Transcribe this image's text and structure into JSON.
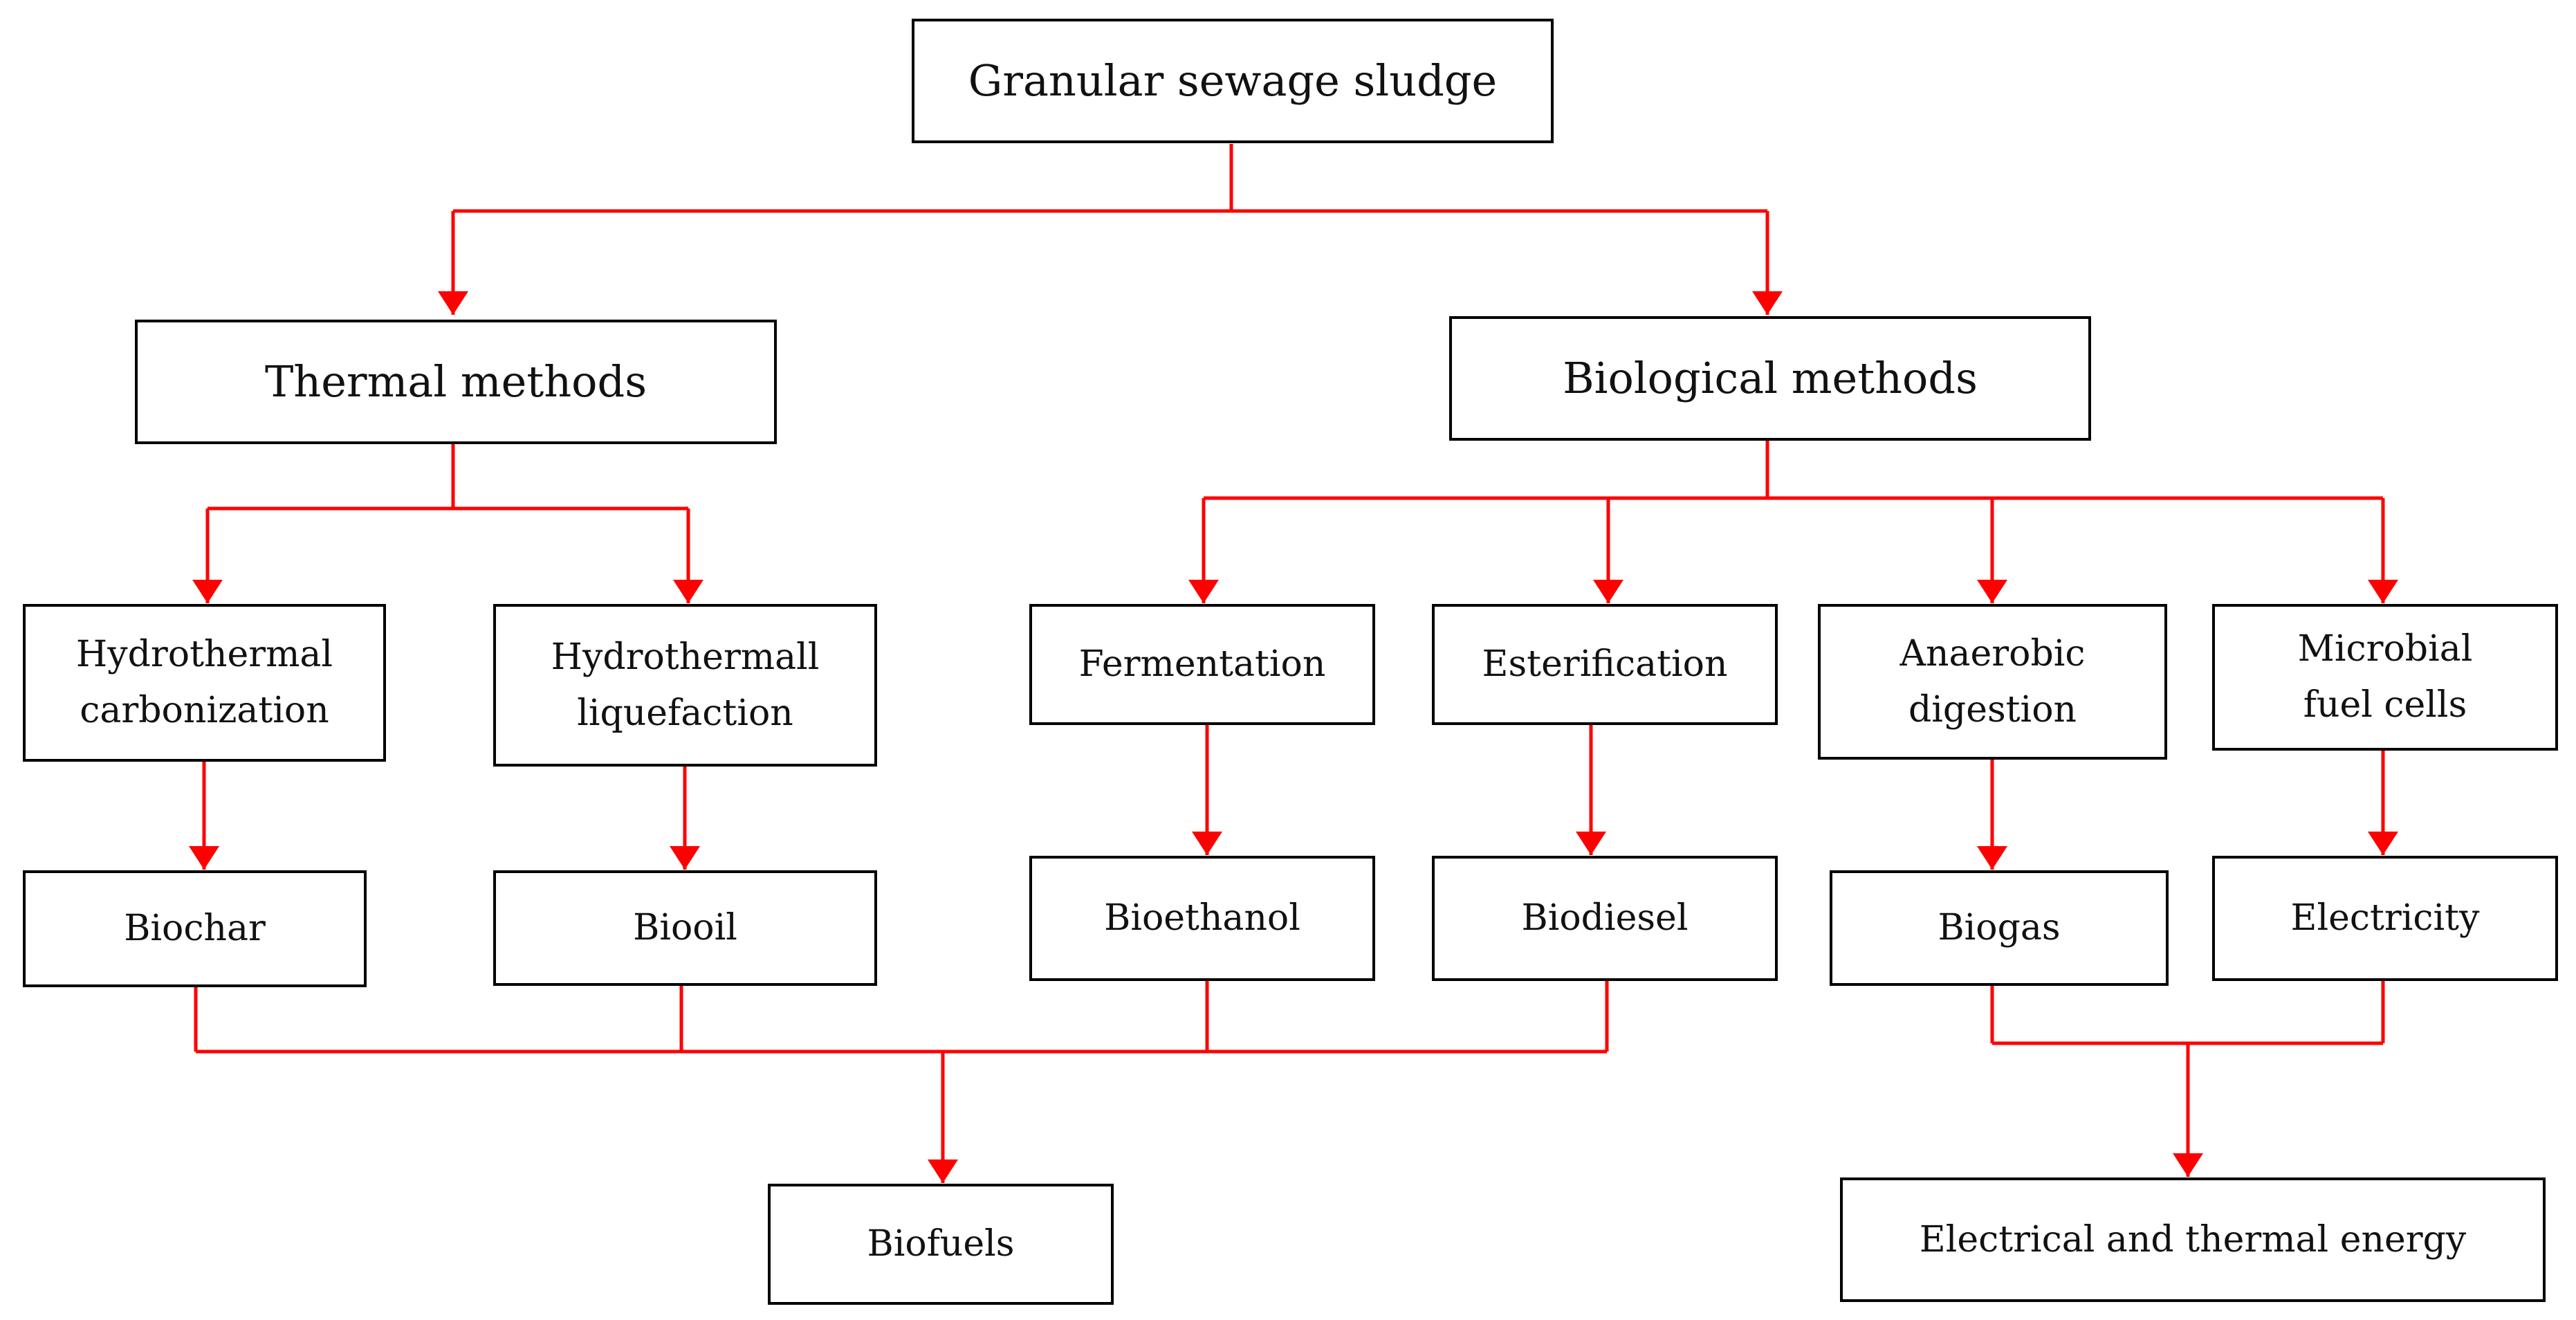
{
  "colors": {
    "connector": "#ff0000",
    "box_border": "#000000",
    "text": "#111111"
  },
  "nodes": {
    "root": "Granular sewage sludge",
    "thermal": "Thermal methods",
    "biological": "Biological methods",
    "htc": "Hydrothermal\ncarbonization",
    "htl": "Hydrothermall\nliquefaction",
    "fermentation": "Fermentation",
    "esterification": "Esterification",
    "anaerobic": "Anaerobic\ndigestion",
    "mfc": "Microbial\nfuel cells",
    "biochar": "Biochar",
    "biooil": "Biooil",
    "bioethanol": "Bioethanol",
    "biodiesel": "Biodiesel",
    "biogas": "Biogas",
    "electricity": "Electricity",
    "biofuels": "Biofuels",
    "energy": "Electrical and thermal energy"
  }
}
